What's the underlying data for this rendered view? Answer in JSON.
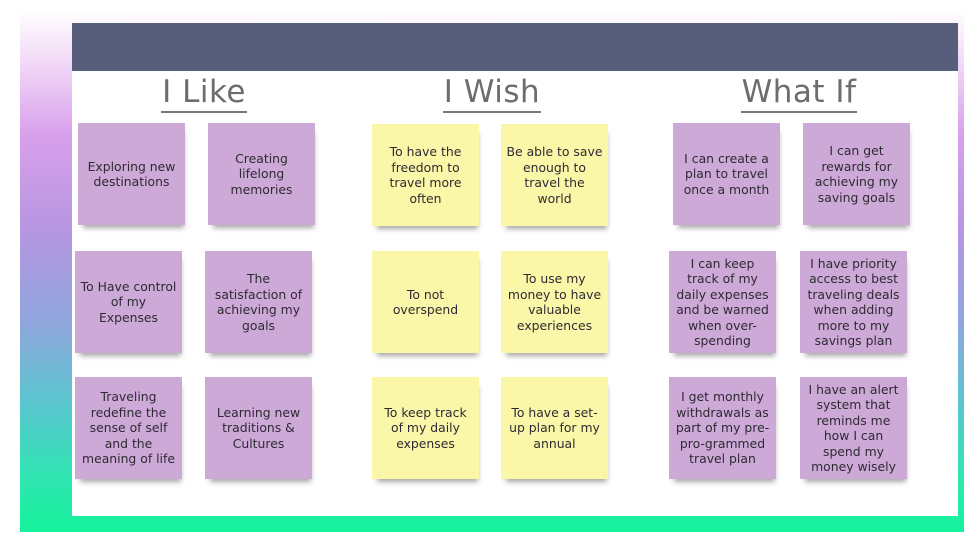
{
  "columns": [
    {
      "heading": "I Like",
      "color": "#cca9d7",
      "notes": [
        "Exploring new destinations",
        "Creating lifelong memories",
        "To Have control of my Expenses",
        "The satisfaction of achieving my goals",
        "Traveling redefine the sense of self and the meaning of life",
        "Learning new traditions & Cultures"
      ]
    },
    {
      "heading": "I Wish",
      "color": "#fbf7a8",
      "notes": [
        "To have the freedom to travel more often",
        "Be able to save enough to travel the world",
        "To not overspend",
        "To use my money to have valuable experiences",
        "To keep track of my daily expenses",
        "To have a set-up plan for my annual"
      ]
    },
    {
      "heading": "What If",
      "color": "#cca9d7",
      "notes": [
        "I can create a plan to travel once a month",
        "I can get rewards for achieving my saving goals",
        "I can keep track of my daily expenses and be warned when over-spending",
        "I have priority access to best traveling deals when adding more to my savings plan",
        "I get monthly withdrawals as part of my pre-pro-grammed travel plan",
        "I have an alert system that reminds me how I can spend my money wisely"
      ]
    }
  ],
  "colors": {
    "header_bar": "#575e7c",
    "heading_text": "#6d6d6d",
    "frame_top": "#f2d9f7",
    "frame_bottom": "#16f39c"
  }
}
